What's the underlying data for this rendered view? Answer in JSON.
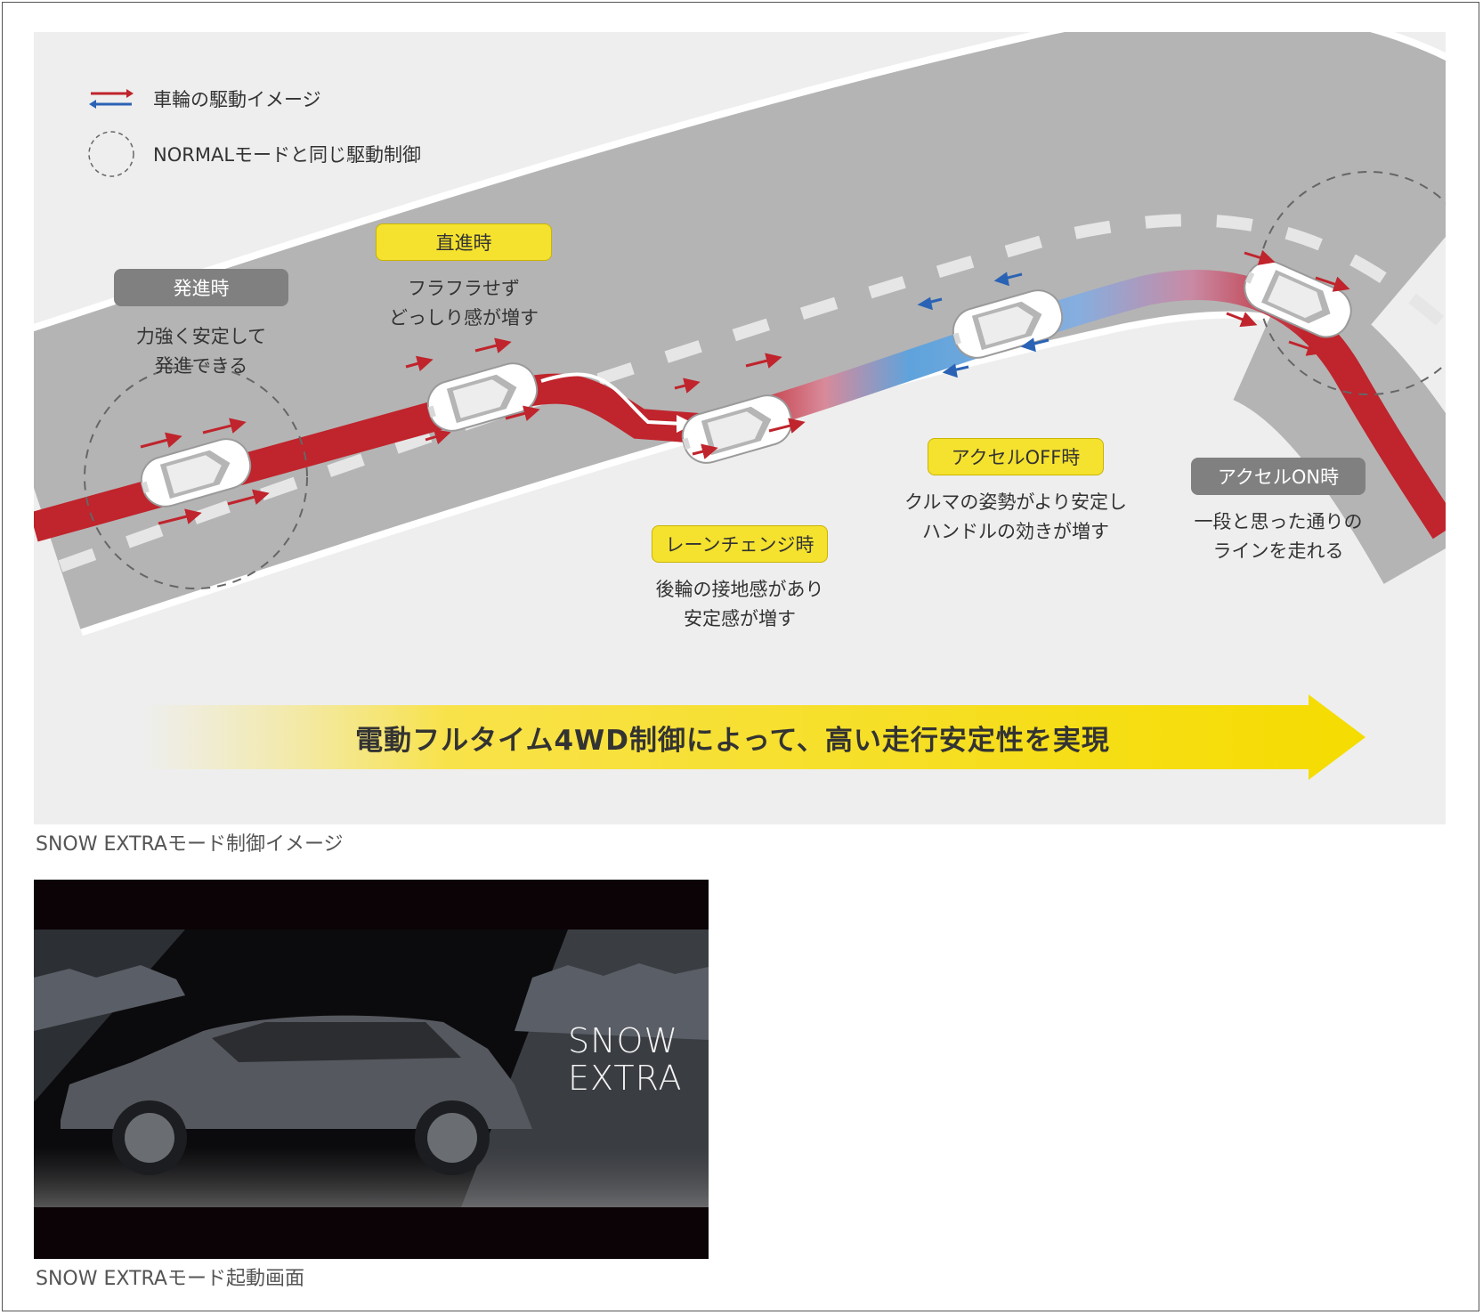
{
  "legend": {
    "drive_label": "車輪の駆動イメージ",
    "normal_label": "NORMALモードと同じ駆動制御"
  },
  "stages": [
    {
      "tag": "発進時",
      "style": "gray",
      "desc": [
        "力強く安定して",
        "発進できる"
      ]
    },
    {
      "tag": "直進時",
      "style": "yellow",
      "desc": [
        "フラフラせず",
        "どっしり感が増す"
      ]
    },
    {
      "tag": "レーンチェンジ時",
      "style": "yellow",
      "desc": [
        "後輪の接地感があり",
        "安定感が増す"
      ]
    },
    {
      "tag": "アクセルOFF時",
      "style": "yellow",
      "desc": [
        "クルマの姿勢がより安定し",
        "ハンドルの効きが増す"
      ]
    },
    {
      "tag": "アクセルON時",
      "style": "gray",
      "desc": [
        "一段と思った通りの",
        "ラインを走れる"
      ]
    }
  ],
  "banner": "電動フルタイム4WD制御によって、高い走行安定性を実現",
  "caption_diagram": "SNOW EXTRAモード制御イメージ",
  "photo": {
    "line1": "SNOW",
    "line2": "EXTRA"
  },
  "caption_photo": "SNOW EXTRAモード起動画面",
  "colors": {
    "drive_red": "#c0242c",
    "drive_blue": "#5a9fd8",
    "tag_yellow": "#f5e22e",
    "tag_gray": "#808080",
    "road": "#b4b4b4"
  }
}
